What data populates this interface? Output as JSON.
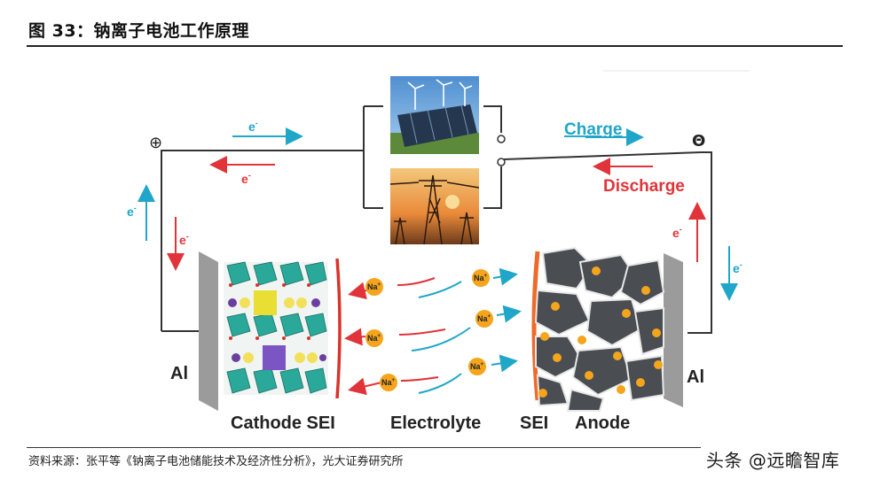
{
  "figure": {
    "title": "图 33：钠离子电池工作原理",
    "source": "资料来源：张平等《钠离子电池储能技术及经济性分析》，光大证券研究所",
    "watermark": "头条 @远瞻智库"
  },
  "diagram": {
    "positive_terminal": "⊕",
    "negative_terminal": "Θ",
    "electron": "e",
    "electron_sup": "-",
    "charge_label": "Charge",
    "discharge_label": "Discharge",
    "ion": "Na",
    "ion_sup": "+",
    "collector_left": "Al",
    "collector_right": "Al",
    "cathode_label": "Cathode SEI",
    "electrolyte_label": "Electrolyte",
    "sei_label": "SEI",
    "anode_label": "Anode"
  },
  "colors": {
    "charge": "#1fa6c8",
    "discharge": "#e0343a",
    "wire": "#333333",
    "ion_fill": "#f4a51c",
    "sei": "#d9342b",
    "sei_anode": "#ef6a2a",
    "anode_grain": "#4a4d52",
    "cathode_octa": "#2aa89a"
  }
}
